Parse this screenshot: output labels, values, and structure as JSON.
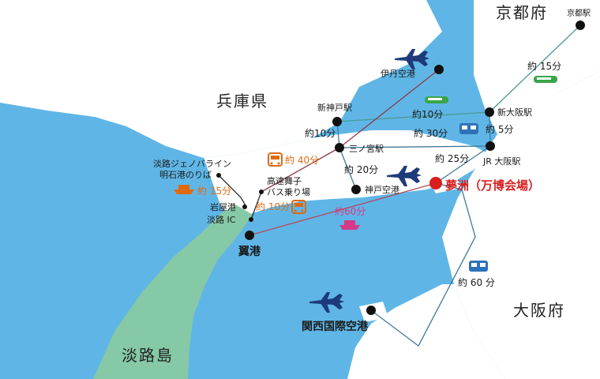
{
  "colors": {
    "sea": "#5fb6e6",
    "land": "#ffffff",
    "awaji_island": "#86c9a6",
    "route_default": "#3c7898",
    "route_jr": "#4a9a94",
    "route_ferry": "#b34a5e",
    "route_bus": "#2d2d2d",
    "bus_time": "#e06a12",
    "ferry_time": "#d63a86",
    "venue": "#d81e1e"
  },
  "regions": {
    "kyoto": "京都府",
    "hyogo": "兵庫県",
    "osaka": "大阪府",
    "awaji": "淡路島"
  },
  "places": {
    "kyoto_station": "京都駅",
    "itami_airport": "伊丹空港",
    "shin_kobe": "新神戸駅",
    "sannomiya": "三ノ宮駅",
    "shin_osaka": "新大阪駅",
    "jr_osaka": "JR 大阪駅",
    "kobe_airport": "神戸空港",
    "yumeshima": "夢洲（万博会場）",
    "awaji_genova": "淡路ジェノバライン",
    "akashi_port": "明石港のりば",
    "iwaya_port": "岩屋港",
    "awaji_ic": "淡路 IC",
    "tsubasa_port": "翼港",
    "takasu_1": "高速舞子",
    "takasu_2": "バス乗り場",
    "kansai_airport": "関西国際空港"
  },
  "times": {
    "kyoto_shinosaka": "約 15分",
    "shinkobe_sannomiya": "約10分",
    "shinkobe_shinosaka": "約10分",
    "sannomiya_jrosaka": "約 30分",
    "shinosaka_jrosaka": "約 5分",
    "jrosaka_yumeshima": "約 25分",
    "sannomiya_kobeairport": "約 20分",
    "maiko_sannomiya": "約 40分",
    "akashi_iwaya": "約 15分",
    "maiko_bus": "約 10分",
    "tsubasa_yumeshima": "約60分",
    "kix_yumeshima": "約 60 分"
  },
  "icons": [
    "airplane-icon",
    "train-icon",
    "bus-icon",
    "ferry-icon"
  ]
}
